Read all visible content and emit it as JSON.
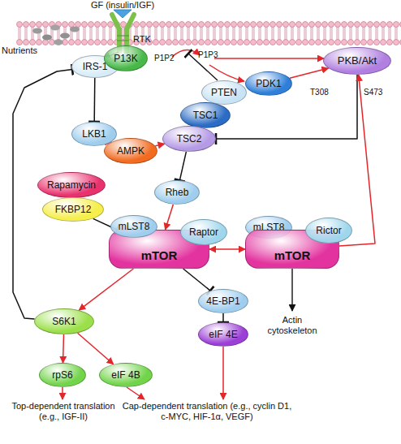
{
  "diagram": {
    "nodes": [
      {
        "text": [
          "IRS-1"
        ]
      },
      {
        "text": [
          "P13K"
        ]
      },
      {
        "text": [
          "PKB/Akt"
        ]
      },
      {
        "text": [
          "PTEN"
        ]
      },
      {
        "text": [
          "PDK1"
        ]
      },
      {
        "text": [
          "LKB1"
        ]
      },
      {
        "text": [
          "AMPK"
        ]
      },
      {
        "text": [
          "TSC1"
        ]
      },
      {
        "text": [
          "TSC2"
        ]
      },
      {
        "text": [
          "Rheb"
        ]
      },
      {
        "text": [
          "Rapamycin"
        ]
      },
      {
        "text": [
          "FKBP12"
        ]
      },
      {
        "text": [
          "mTOR"
        ]
      },
      {
        "text": [
          "mLST8"
        ]
      },
      {
        "text": [
          "Raptor"
        ]
      },
      {
        "text": [
          "mLST8"
        ]
      },
      {
        "text": [
          "mTOR"
        ]
      },
      {
        "text": [
          "Rictor"
        ]
      },
      {
        "text": [
          "S6K1"
        ]
      },
      {
        "text": [
          "4E-BP1"
        ]
      },
      {
        "text": [
          "eIF 4E"
        ]
      },
      {
        "text": [
          "rpS6"
        ]
      },
      {
        "text": [
          "eIF 4B"
        ]
      }
    ],
    "edges": [
      {
        "from": 0,
        "to": 5,
        "arrow": "to"
      },
      {
        "from": 5,
        "to": 6,
        "arrow": "to"
      },
      {
        "from": 6,
        "to": 8,
        "arrow": "to"
      },
      {
        "from": 2,
        "to": 8,
        "arrow": "to"
      },
      {
        "from": 8,
        "to": 9,
        "arrow": "to"
      },
      {
        "from": 9,
        "to": 12,
        "arrow": "to"
      },
      {
        "from": 11,
        "to": 12,
        "arrow": "to"
      },
      {
        "from": 12,
        "to": 16,
        "arrow": "both"
      },
      {
        "from": 12,
        "to": 18,
        "arrow": "to"
      },
      {
        "from": 12,
        "to": 19,
        "arrow": "to"
      },
      {
        "from": 19,
        "to": 20,
        "arrow": "to"
      },
      {
        "from": 18,
        "to": 21,
        "arrow": "to"
      },
      {
        "from": 18,
        "to": 22,
        "arrow": "to"
      },
      {
        "from": 18,
        "to": 0,
        "arrow": "to"
      },
      {
        "from": 16,
        "to": 2,
        "arrow": "to"
      },
      {
        "from": 4,
        "to": 2,
        "arrow": "to"
      }
    ],
    "labels": [
      "GF (insulin/IGF)",
      "Nutrients",
      "RTK",
      "P1P2",
      "P1P3",
      "T308",
      "S473",
      "Actin cytoskeleton",
      "Top-dependent translation (e.g., IGF-II)",
      "Cap-dependent translation (e.g., cyclin D1, c-MYC, HIF-1α, VEGF)"
    ]
  }
}
